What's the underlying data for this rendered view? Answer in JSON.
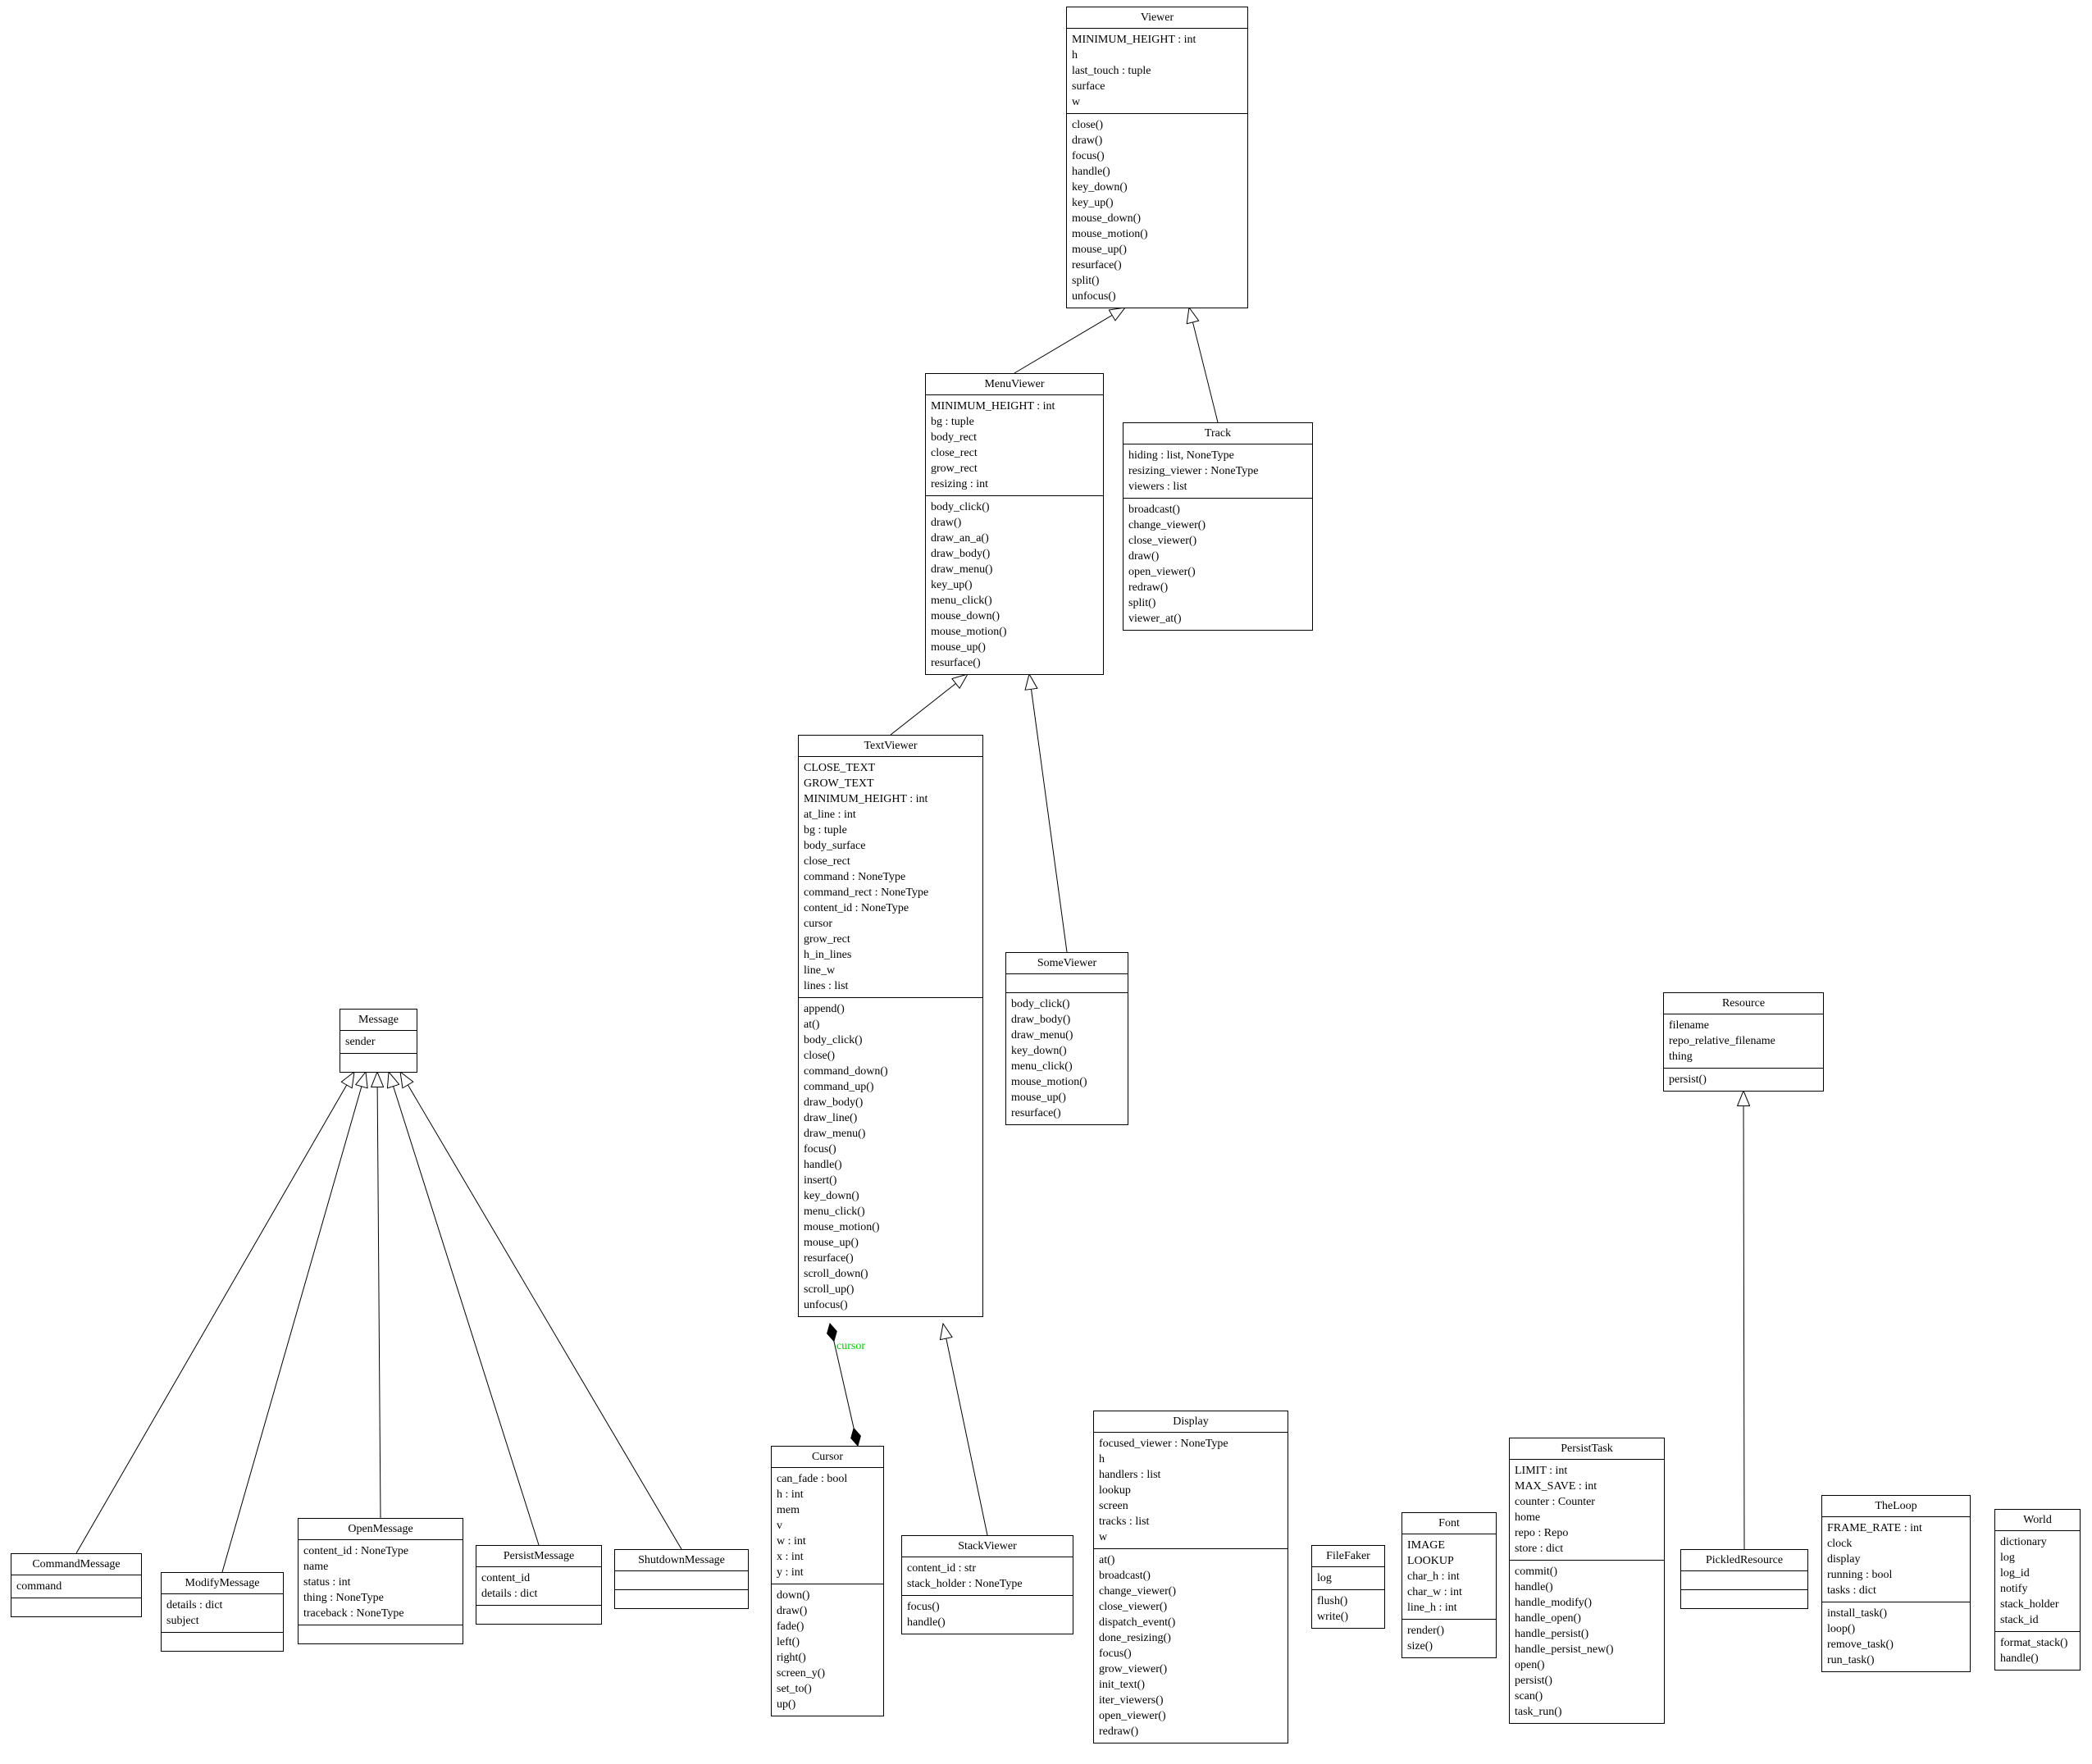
{
  "colors": {
    "background": "#ffffff",
    "box_border": "#000000",
    "line": "#000000",
    "association_label": "#00cc00"
  },
  "classes": {
    "viewer": {
      "name": "Viewer",
      "attributes": "MINIMUM_HEIGHT : int\nh\nlast_touch : tuple\nsurface\nw",
      "methods": "close()\ndraw()\nfocus()\nhandle()\nkey_down()\nkey_up()\nmouse_down()\nmouse_motion()\nmouse_up()\nresurface()\nsplit()\nunfocus()"
    },
    "menuviewer": {
      "name": "MenuViewer",
      "attributes": "MINIMUM_HEIGHT : int\nbg : tuple\nbody_rect\nclose_rect\ngrow_rect\nresizing : int",
      "methods": "body_click()\ndraw()\ndraw_an_a()\ndraw_body()\ndraw_menu()\nkey_up()\nmenu_click()\nmouse_down()\nmouse_motion()\nmouse_up()\nresurface()"
    },
    "track": {
      "name": "Track",
      "attributes": "hiding : list, NoneType\nresizing_viewer : NoneType\nviewers : list",
      "methods": "broadcast()\nchange_viewer()\nclose_viewer()\ndraw()\nopen_viewer()\nredraw()\nsplit()\nviewer_at()"
    },
    "textviewer": {
      "name": "TextViewer",
      "attributes": "CLOSE_TEXT\nGROW_TEXT\nMINIMUM_HEIGHT : int\nat_line : int\nbg : tuple\nbody_surface\nclose_rect\ncommand : NoneType\ncommand_rect : NoneType\ncontent_id : NoneType\ncursor\ngrow_rect\nh_in_lines\nline_w\nlines : list",
      "methods": "append()\nat()\nbody_click()\nclose()\ncommand_down()\ncommand_up()\ndraw_body()\ndraw_line()\ndraw_menu()\nfocus()\nhandle()\ninsert()\nkey_down()\nmenu_click()\nmouse_motion()\nmouse_up()\nresurface()\nscroll_down()\nscroll_up()\nunfocus()"
    },
    "someviewer": {
      "name": "SomeViewer",
      "attributes": "",
      "methods": "body_click()\ndraw_body()\ndraw_menu()\nkey_down()\nmenu_click()\nmouse_motion()\nmouse_up()\nresurface()"
    },
    "message": {
      "name": "Message",
      "attributes": "sender",
      "methods": ""
    },
    "commandmessage": {
      "name": "CommandMessage",
      "attributes": "command",
      "methods": ""
    },
    "modifymessage": {
      "name": "ModifyMessage",
      "attributes": "details : dict\nsubject",
      "methods": ""
    },
    "openmessage": {
      "name": "OpenMessage",
      "attributes": "content_id : NoneType\nname\nstatus : int\nthing : NoneType\ntraceback : NoneType",
      "methods": ""
    },
    "persistmessage": {
      "name": "PersistMessage",
      "attributes": "content_id\ndetails : dict",
      "methods": ""
    },
    "shutdownmessage": {
      "name": "ShutdownMessage",
      "attributes": "",
      "methods": ""
    },
    "cursor": {
      "name": "Cursor",
      "attributes": "can_fade : bool\nh : int\nmem\nv\nw : int\nx : int\ny : int",
      "methods": "down()\ndraw()\nfade()\nleft()\nright()\nscreen_y()\nset_to()\nup()"
    },
    "stackviewer": {
      "name": "StackViewer",
      "attributes": "content_id : str\nstack_holder : NoneType",
      "methods": "focus()\nhandle()"
    },
    "display": {
      "name": "Display",
      "attributes": "focused_viewer : NoneType\nh\nhandlers : list\nlookup\nscreen\ntracks : list\nw",
      "methods": "at()\nbroadcast()\nchange_viewer()\nclose_viewer()\ndispatch_event()\ndone_resizing()\nfocus()\ngrow_viewer()\ninit_text()\niter_viewers()\nopen_viewer()\nredraw()"
    },
    "filefaker": {
      "name": "FileFaker",
      "attributes": "log",
      "methods": "flush()\nwrite()"
    },
    "font": {
      "name": "Font",
      "attributes": "IMAGE\nLOOKUP\nchar_h : int\nchar_w : int\nline_h : int",
      "methods": "render()\nsize()"
    },
    "persisttask": {
      "name": "PersistTask",
      "attributes": "LIMIT : int\nMAX_SAVE : int\ncounter : Counter\nhome\nrepo : Repo\nstore : dict",
      "methods": "commit()\nhandle()\nhandle_modify()\nhandle_open()\nhandle_persist()\nhandle_persist_new()\nopen()\npersist()\nscan()\ntask_run()"
    },
    "resource": {
      "name": "Resource",
      "attributes": "filename\nrepo_relative_filename\nthing",
      "methods": "persist()"
    },
    "pickledresource": {
      "name": "PickledResource",
      "attributes": "",
      "methods": ""
    },
    "theloop": {
      "name": "TheLoop",
      "attributes": "FRAME_RATE : int\nclock\ndisplay\nrunning : bool\ntasks : dict",
      "methods": "install_task()\nloop()\nremove_task()\nrun_task()"
    },
    "world": {
      "name": "World",
      "attributes": "dictionary\nlog\nlog_id\nnotify\nstack_holder\nstack_id",
      "methods": "format_stack()\nhandle()"
    }
  },
  "relationships": [
    {
      "from": "MenuViewer",
      "to": "Viewer",
      "type": "inheritance"
    },
    {
      "from": "Track",
      "to": "Viewer",
      "type": "inheritance"
    },
    {
      "from": "TextViewer",
      "to": "MenuViewer",
      "type": "inheritance"
    },
    {
      "from": "SomeViewer",
      "to": "MenuViewer",
      "type": "inheritance"
    },
    {
      "from": "CommandMessage",
      "to": "Message",
      "type": "inheritance"
    },
    {
      "from": "ModifyMessage",
      "to": "Message",
      "type": "inheritance"
    },
    {
      "from": "OpenMessage",
      "to": "Message",
      "type": "inheritance"
    },
    {
      "from": "PersistMessage",
      "to": "Message",
      "type": "inheritance"
    },
    {
      "from": "ShutdownMessage",
      "to": "Message",
      "type": "inheritance"
    },
    {
      "from": "StackViewer",
      "to": "TextViewer",
      "type": "inheritance"
    },
    {
      "from": "Cursor",
      "to": "TextViewer",
      "type": "composition",
      "label": "cursor"
    },
    {
      "from": "PickledResource",
      "to": "Resource",
      "type": "inheritance"
    }
  ]
}
